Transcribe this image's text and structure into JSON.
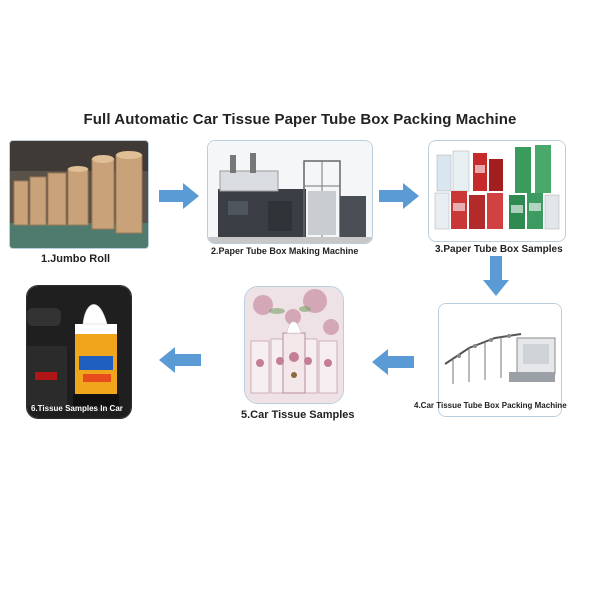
{
  "title": "Full Automatic Car Tissue Paper Tube Box Packing Machine",
  "steps": [
    {
      "label": "1.Jumbo Roll"
    },
    {
      "label": "2.Paper Tube Box Making Machine"
    },
    {
      "label": "3.Paper Tube Box Samples"
    },
    {
      "label": "4.Car Tissue Tube Box Packing Machine"
    },
    {
      "label": "5.Car Tissue Samples"
    },
    {
      "label": "6.Tissue  Samples In Car"
    }
  ],
  "colors": {
    "arrow": "#5b9bd5",
    "card_border": "#b9cfe0"
  }
}
